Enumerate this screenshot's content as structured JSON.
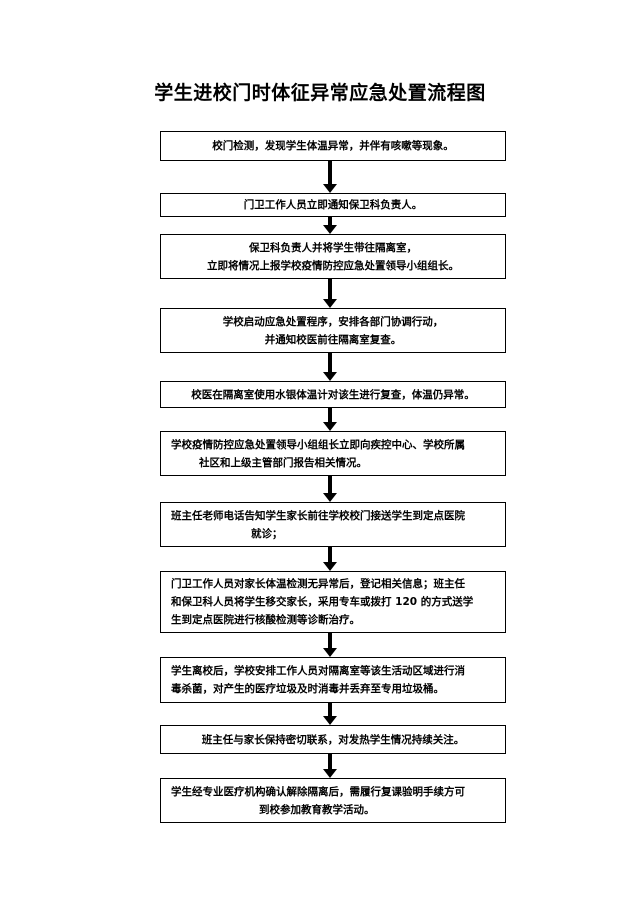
{
  "title": "学生进校门时体征异常应急处置流程图",
  "steps": [
    {
      "lines": [
        "校门检测，发现学生体温异常，并伴有咳嗽等现象。"
      ]
    },
    {
      "lines": [
        "门卫工作人员立即通知保卫科负责人。"
      ]
    },
    {
      "lines": [
        "保卫科负责人并将学生带往隔离室，",
        "立即将情况上报学校疫情防控应急处置领导小组组长。"
      ]
    },
    {
      "lines": [
        "学校启动应急处置程序，安排各部门协调行动，",
        "并通知校医前往隔离室复查。"
      ]
    },
    {
      "lines": [
        "校医在隔离室使用水银体温计对该生进行复查，体温仍异常。"
      ]
    },
    {
      "lines": [
        "学校疫情防控应急处置领导小组组长立即向疾控中心、学校所属",
        "社区和上级主管部门报告相关情况。"
      ]
    },
    {
      "lines": [
        "班主任老师电话告知学生家长前往学校校门接送学生到定点医院",
        "就诊；"
      ]
    },
    {
      "lines": [
        "门卫工作人员对家长体温检测无异常后，登记相关信息；班主任",
        "和保卫科人员将学生移交家长，采用专车或拨打 120 的方式送学",
        "生到定点医院进行核酸检测等诊断治疗。"
      ]
    },
    {
      "lines": [
        "学生离校后，学校安排工作人员对隔离室等该生活动区域进行消",
        "毒杀菌，对产生的医疗垃圾及时消毒并丢弃至专用垃圾桶。"
      ]
    },
    {
      "lines": [
        "班主任与家长保持密切联系，对发热学生情况持续关注。"
      ]
    },
    {
      "lines": [
        "学生经专业医疗机构确认解除隔离后，需履行复课验明手续方可",
        "到校参加教育教学活动。"
      ]
    }
  ]
}
